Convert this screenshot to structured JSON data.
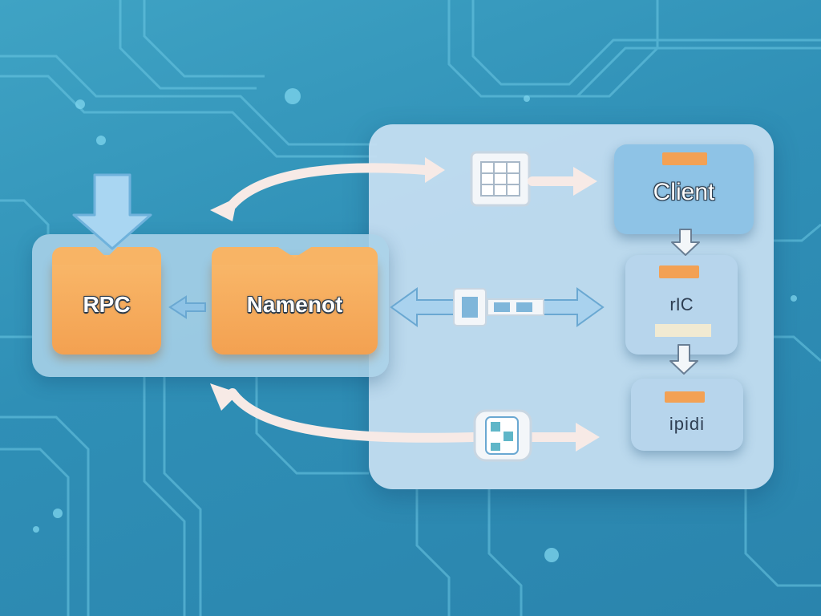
{
  "nodes": {
    "rpc": {
      "label": "RPC"
    },
    "namenode": {
      "label": "Namenot"
    },
    "client": {
      "label": "Client"
    },
    "rfc": {
      "label": "rIC"
    },
    "idid": {
      "label": "ipidi"
    }
  },
  "colors": {
    "background": "#2f8fb6",
    "panel": "#c8e0f2",
    "folder": "#f3a151",
    "client_card": "#8ec3e6",
    "card": "#b7d5ec",
    "arrow_light": "#f7eae6",
    "arrow_blue": "#8ec3e6"
  },
  "icons": [
    "down-arrow-icon",
    "chip-icon",
    "chip-connector-icon",
    "gear-chip-icon"
  ]
}
